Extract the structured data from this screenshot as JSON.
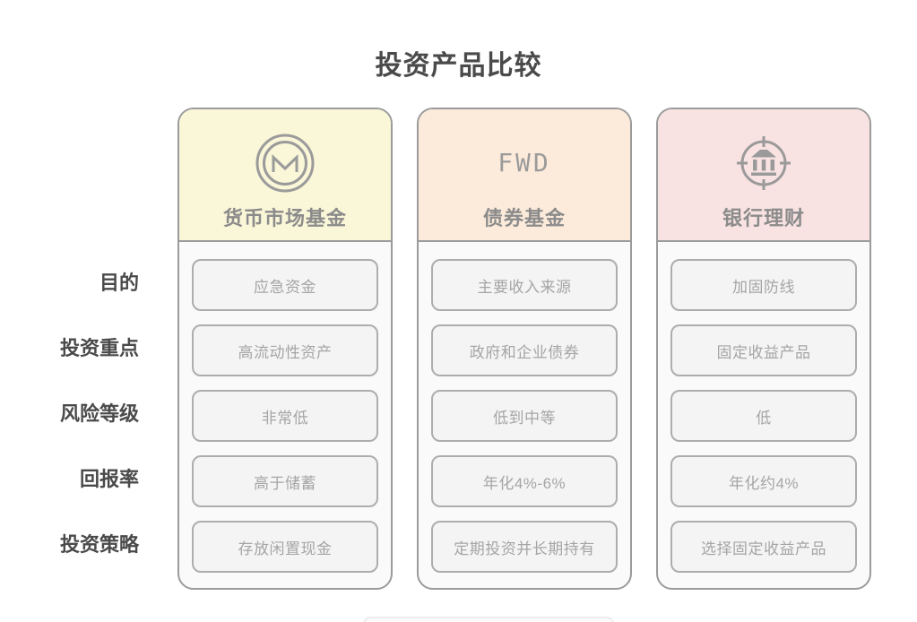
{
  "title": "投资产品比较",
  "rows": [
    {
      "label": "目的"
    },
    {
      "label": "投资重点"
    },
    {
      "label": "风险等级"
    },
    {
      "label": "回报率"
    },
    {
      "label": "投资策略"
    }
  ],
  "columns": [
    {
      "name": "货币市场基金",
      "icon": "monero-coin-icon",
      "header_bg": "#FAF6D8",
      "cells": [
        "应急资金",
        "高流动性资产",
        "非常低",
        "高于储蓄",
        "存放闲置现金"
      ]
    },
    {
      "name": "债券基金",
      "logo_text": "FWD",
      "header_bg": "#FCEBDB",
      "cells": [
        "主要收入来源",
        "政府和企业债券",
        "低到中等",
        "年化4%-6%",
        "定期投资并长期持有"
      ]
    },
    {
      "name": "银行理财",
      "icon": "bank-target-icon",
      "header_bg": "#F9E3E2",
      "cells": [
        "加固防线",
        "固定收益产品",
        "低",
        "年化约4%",
        "选择固定收益产品"
      ]
    }
  ],
  "colors": {
    "title_text": "#4A4A4A",
    "row_label_text": "#4A4A4A",
    "card_border": "#9B9B9B",
    "card_body_bg": "#FAFAFA",
    "header_title_text": "#8B8B8B",
    "icon_stroke": "#9A9A9A",
    "cell_border": "#ADADAD",
    "cell_bg": "#F4F4F4",
    "cell_text": "#A5A5A5",
    "page_bg": "#FFFFFF"
  }
}
